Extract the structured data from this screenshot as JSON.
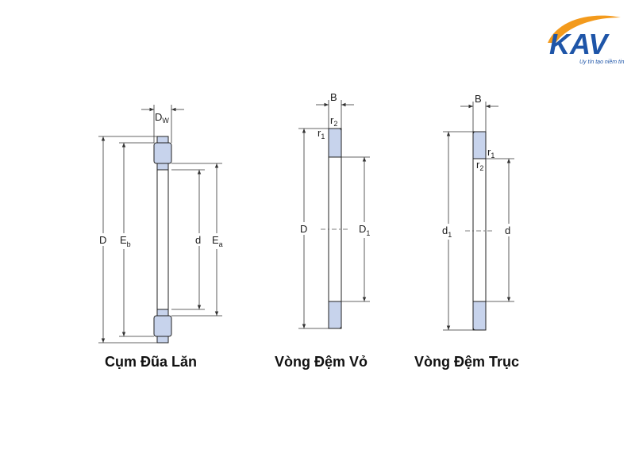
{
  "logo": {
    "brand": "KAV",
    "slogan": "Uy tín tạo niềm tin",
    "colors": {
      "primary": "#1e55a8",
      "accent": "#f39a1c"
    }
  },
  "colors": {
    "fill": "#c7d3ec",
    "line": "#222222",
    "dim": "#333333"
  },
  "diagrams": {
    "roller": {
      "caption": "Cụm Đũa Lăn",
      "labels": {
        "Dw_main": "D",
        "Dw_sub": "W",
        "D": "D",
        "Eb_main": "E",
        "Eb_sub": "b",
        "d": "d",
        "Ea_main": "E",
        "Ea_sub": "a"
      }
    },
    "housing": {
      "caption": "Vòng Đệm Vỏ",
      "labels": {
        "B": "B",
        "r2_main": "r",
        "r2_sub": "2",
        "r1_main": "r",
        "r1_sub": "1",
        "D": "D",
        "D1_main": "D",
        "D1_sub": "1"
      }
    },
    "shaft": {
      "caption": "Vòng Đệm Trục",
      "labels": {
        "B": "B",
        "r1_main": "r",
        "r1_sub": "1",
        "r2_main": "r",
        "r2_sub": "2",
        "d1_main": "d",
        "d1_sub": "1",
        "d": "d"
      }
    }
  }
}
